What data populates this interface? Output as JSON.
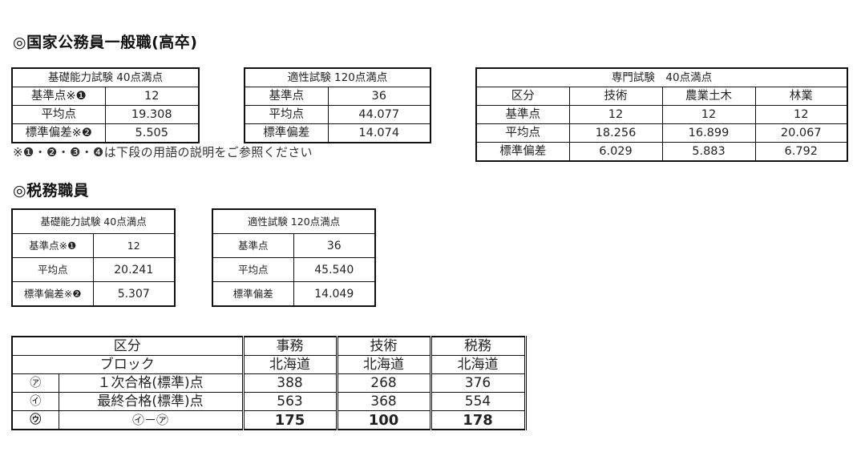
{
  "section1": {
    "heading": "◎国家公務員一般職(高卒)",
    "basic": {
      "title": "基礎能力試験 40点満点",
      "rows": [
        {
          "label": "基準点※❶",
          "value": "12"
        },
        {
          "label": "平均点",
          "value": "19.308"
        },
        {
          "label": "標準偏差※❷",
          "value": "5.505"
        }
      ]
    },
    "aptitude": {
      "title": "適性試験 120点満点",
      "rows": [
        {
          "label": "基準点",
          "value": "36"
        },
        {
          "label": "平均点",
          "value": "44.077"
        },
        {
          "label": "標準偏差",
          "value": "14.074"
        }
      ]
    },
    "specialty": {
      "title": "専門試験　40点満点",
      "header": [
        "区分",
        "技術",
        "農業土木",
        "林業"
      ],
      "rows": [
        {
          "label": "基準点",
          "values": [
            "12",
            "12",
            "12"
          ]
        },
        {
          "label": "平均点",
          "values": [
            "18.256",
            "16.899",
            "20.067"
          ]
        },
        {
          "label": "標準偏差",
          "values": [
            "6.029",
            "5.883",
            "6.792"
          ]
        }
      ]
    },
    "note": "※❶・❷・❸・❹は下段の用語の説明をご参照ください"
  },
  "section2": {
    "heading": "◎税務職員",
    "basic": {
      "title": "基礎能力試験 40点満点",
      "rows": [
        {
          "label": "基準点※❶",
          "value": "12"
        },
        {
          "label": "平均点",
          "value": "20.241"
        },
        {
          "label": "標準偏差※❷",
          "value": "5.307"
        }
      ]
    },
    "aptitude": {
      "title": "適性試験 120点満点",
      "rows": [
        {
          "label": "基準点",
          "value": "36"
        },
        {
          "label": "平均点",
          "value": "45.540"
        },
        {
          "label": "標準偏差",
          "value": "14.049"
        }
      ]
    }
  },
  "section3": {
    "header": {
      "label": "区分",
      "cols": [
        "事務",
        "技術",
        "税務"
      ]
    },
    "block": {
      "label": "ブロック",
      "cols": [
        "北海道",
        "北海道",
        "北海道"
      ]
    },
    "rows": [
      {
        "mark": "㋐",
        "label": "１次合格(標準)点",
        "values": [
          "388",
          "268",
          "376"
        ]
      },
      {
        "mark": "㋑",
        "label": "最終合格(標準)点",
        "values": [
          "563",
          "368",
          "554"
        ]
      },
      {
        "mark": "㋒",
        "label": "㋑－㋐",
        "values": [
          "175",
          "100",
          "178"
        ]
      }
    ]
  }
}
